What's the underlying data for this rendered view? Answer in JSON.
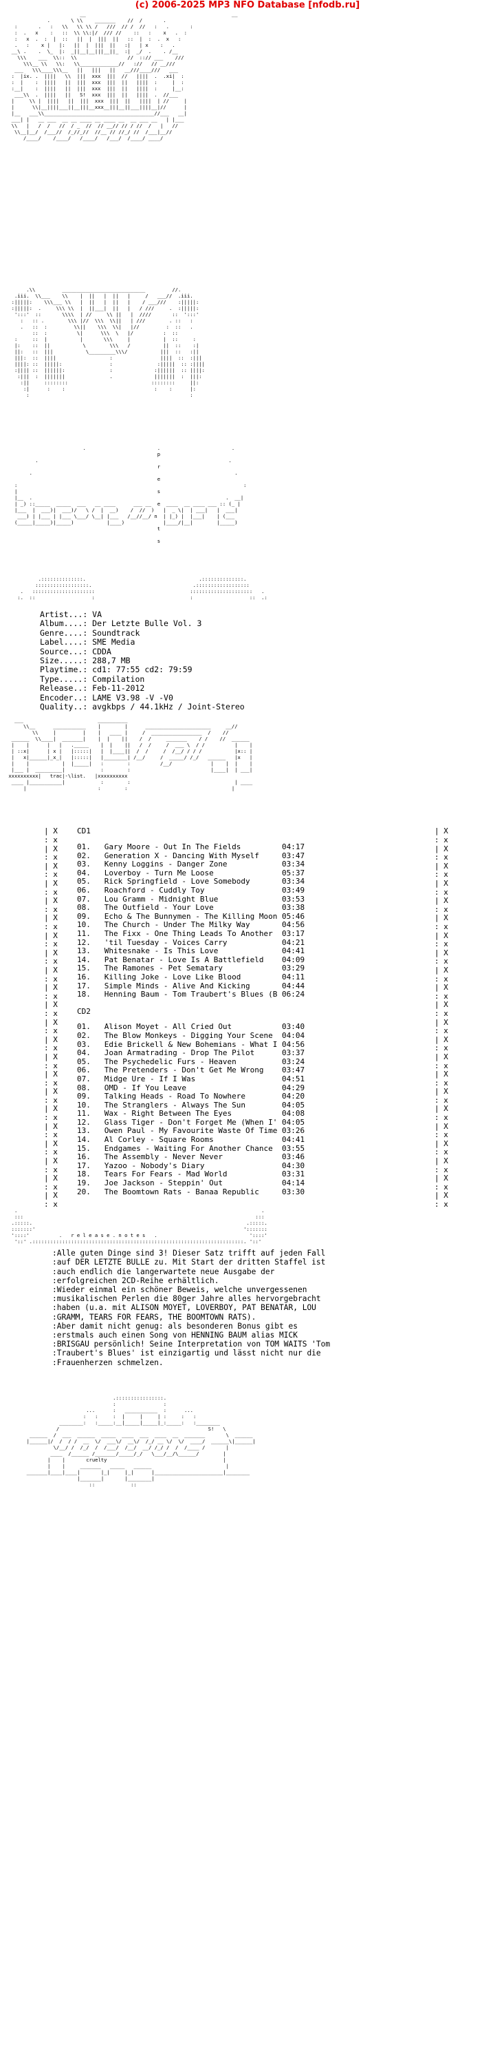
{
  "header": "(c) 2006-2025 MP3 NFO Database [nfodb.ru]",
  "art": {
    "logo_top": "                         __                                                 __\n              .       \\ \\\\    _______    //  /       .\n   :       .   :   \\\\   \\\\ \\\\ /   ///  // /  //   :   .       :\n   :  .   x    :   ::  \\\\ \\\\:|/  /// //    ::   :    x   .  :\n   :   x  .  :  |  ::   ||  |  |||  ||   ::  |  :  .  x   :\n   .   :    x |   |:   ||  |  |||  ||   :|   | x    :   .\n  __\\ .    .  \\_  |:  _||__|__|||__||_  :|  _/  .    . /__\n    \\\\\\    ___  \\\\::  \\\\                 //  ::// ___    ///\n      \\\\\\__ \\\\   \\\\:   \\\\_____________//   ://   // __///\n   ___   \\\\\\____\\\\\\__   ||   |||   ||   __///____///   ___\n  :  |ix. .  ||||   \\\\  |||  xxx  |||  //   ||||  .  .xi|  :\n  :  |    :  ||||   ||  |||  xxx  |||  ||   ||||  :     |  :\n  :__|    :  ||||   ||  |||  xxx  |||  ||   ||||  :     |__:\n   ___\\\\  .  ||||   ||   S!  xxx  |||  ||   ||||  .  //___\n  |     \\\\ |  ||||   ||  |||  xxx  |||  ||   ||||  | //     |\n  |      \\\\|__||||___||__|||__xxx__|||__||___||||__|//      |\n  |__   ___\\\\_____________________________________//___   __|\n  ___| |   __ ___  __ __ ____ __ ____ __  __ ___ __   | |___\n  \\\\   |   /  /   //  / _  //  // __// // / //  /   |   //\n   \\\\__|__/  /___//  /_//_//  //__ // //_/ //  /___|__//\n      /____/    /____/   /____/   /___/  /____/ ____/",
    "mid": "       .\\\\         ____________________________         //.\n   .iii.  \\\\___    \\\\    |  ||   |  ||   |     /   ___//  .iii.\n  :|||||:    \\\\\\___ \\\\   |  ||   |  ||   |    / ___///    :|||||:\n  :|||||:  .     \\\\\\ \\\\  |  ||___|  ||   |   / ///     .  :|||||:\n   ':::'  ::       \\\\\\\\  | //     \\\\ ||   |  ////       ::  ':::'\n     :   :: .        \\\\\\ |//  \\\\\\  \\\\||   | ///        . ::   :\n     .   ::  :         \\\\||    \\\\\\  \\\\|   |//         :  ::   .\n         ::  :          \\|      \\\\\\  \\   |/          :  ::\n   :     ::  |           |       \\\\\\     |           |  ::     :\n   |:    ::  ||           \\        \\\\\\   /           ||  ::    :|\n   ||:   ::  |||           \\_________\\\\\\/           |||  ::   :||\n   |||:  ::  ||||                  :                ||||  ::  :|||\n   ||||: ::  |||||:                :               :|||||  :: :||||\n   :|||| ::  ||||||:               :              :||||||  :: ||||:\n    :|||  :  |||||||               .              |||||||  :  |||:\n     :||     ::::::::                            ::::::::     ||:\n      :|      :    :                              :    :      |:\n       :                                                      :",
    "presents": "                          .                        .                        .\n                                                   p\n          .                                                                .\n                                                   r\n        .                                                                    .\n                                                   e\n   :                                                                            :\n   |                                               s\n   |__  .                                                                 .  __|\n   | _) ::_____  _____  ___   __ ____      ___ __  e  ____  __ ____ ___ :: (_ |\n   |___  |  ___)|  ___)/   \\ /  |  __)    /  //  )   |  _ \\|  | ___|   |  ___|\n    ___) | |___ | |___ \\___/ \\__| |___   /__//__/ n  | |_) |  |___|    | (___\n   (_____|_____)|_____)           |____)             |____/|__|        |_____)\n                                                   t\n\n                                                   s",
    "top_frame": "           .::::::::::::::.                                      .::::::::::::::.\n          ::::::::::::::::::.                                  .::::::::::::::::::\n     .   :::::::::::::::::::::                                :::::::::::::::::::::   .\n    :.  ::                   :                                :                   ::  .:",
    "mid_frame": "   ___                         __________\n      \\\\__      ___________    |        |      ______________________     __//\n         \\\\     |         |    |   ____ |     /  _________________  /    //\n  ______  \\\\____|  _______|    |  |    ||    /  /     _______    / /    //  ______\n  |    |      |   |   ._____    |  |    ||   /  /     /  ___ \\  / /          |    |\n  | ::x|      | x |   |:::::|   |  |____||  /  /     /  /__/ / / /           |x:: |\n  |   x|______|_x_|   |:::::|   |________| /__/     /  _____/ /_/   ______   |x   |\n  |    |           |  |_____|   :        :          /__/             |    |  |    |\n  |___ |  _________|            :        :                           |____|  | ___|\n xxxxxxxxxx|   trac|-\\list.   |xxxxxxxxxx\n  ____ |___________|            :        :                                   | ____\n      |                        :        :                                   |",
    "bottom_frame": "   .                                                                                  .\n   :::                                                                              :::\n  .:::::.                                                                        .:::::.\n  :::::::'                                                                      ':::::::\n  '::::'          .   r e l e a s e . n o t e s   .                               '::::'\n   '::' .:::::::::::::::::::::::::::::::::::::::::::::::::::::::::::::::::::::::. '::'",
    "footer_logo": "                               .::::::::::::::::.\n                               :                :\n                      ...      :   ___________  :      ...\n                     :   :     :  |     |     | :     :   :\n             ________:   :_____:__|_____|_____|_:_____:   :________\n            /                                                  S!   \\\n   ______  /  ___  ______  _____  ____  ___  ____  __  _______       \\  ______\n  |______|/  /  / /  __  \\/  ___\\/  __\\/  /_/ __ \\/  \\/  ____/  ______\\|______|\n           \\/__/ /  /_/  /  /___/  /__/  __/ /_/ /  /  /____ /       |\n          ____  /______ /_______/_____/_/   \\___/__/\\______/        |\n         |    |       cruelty                                       |\n         |    |     _______   _____   ______                         |\n  _______|____|____|       |_|     |_|      |_______________________|________\n                   |_______|       |________|\n                       ::            ::"
  },
  "info": [
    {
      "key": "Artist",
      "value": "VA"
    },
    {
      "key": "Album",
      "value": "Der Letzte Bulle Vol. 3"
    },
    {
      "key": "Genre",
      "value": "Soundtrack"
    },
    {
      "key": "Label",
      "value": "SME Media"
    },
    {
      "key": "Source",
      "value": "CDDA"
    },
    {
      "key": "Size",
      "value": "288,7 MB"
    },
    {
      "key": "Playtime",
      "value": "cd1: 77:55 cd2: 79:59"
    },
    {
      "key": "Type",
      "value": "Compilation"
    },
    {
      "key": "Release",
      "value": "Feb-11-2012"
    },
    {
      "key": "Encoder",
      "value": "LAME V3.98 -V -V0"
    },
    {
      "key": "Quality",
      "value": "avgkbps / 44.1kHz / Joint-Stereo"
    }
  ],
  "tracklist": {
    "cd1_label": "CD1",
    "cd2_label": "CD2",
    "cd1": [
      {
        "no": "01.",
        "title": "Gary Moore - Out In The Fields",
        "time": "04:17"
      },
      {
        "no": "02.",
        "title": "Generation X - Dancing With Myself",
        "time": "03:47"
      },
      {
        "no": "03.",
        "title": "Kenny Loggins - Danger Zone",
        "time": "03:34"
      },
      {
        "no": "04.",
        "title": "Loverboy - Turn Me Loose",
        "time": "05:37"
      },
      {
        "no": "05.",
        "title": "Rick Springfield - Love Somebody",
        "time": "03:34"
      },
      {
        "no": "06.",
        "title": "Roachford - Cuddly Toy",
        "time": "03:49"
      },
      {
        "no": "07.",
        "title": "Lou Gramm - Midnight Blue",
        "time": "03:53"
      },
      {
        "no": "08.",
        "title": "The Outfield - Your Love",
        "time": "03:38"
      },
      {
        "no": "09.",
        "title": "Echo & The Bunnymen - The Killing Moon",
        "time": "05:46"
      },
      {
        "no": "10.",
        "title": "The Church - Under The Milky Way",
        "time": "04:56"
      },
      {
        "no": "11.",
        "title": "The Fixx - One Thing Leads To Another",
        "time": "03:17"
      },
      {
        "no": "12.",
        "title": "'til Tuesday - Voices Carry",
        "time": "04:21"
      },
      {
        "no": "13.",
        "title": "Whitesnake - Is This Love",
        "time": "04:41"
      },
      {
        "no": "14.",
        "title": "Pat Benatar - Love Is A Battlefield",
        "time": "04:09"
      },
      {
        "no": "15.",
        "title": "The Ramones - Pet Sematary",
        "time": "03:29"
      },
      {
        "no": "16.",
        "title": "Killing Joke - Love Like Blood",
        "time": "04:11"
      },
      {
        "no": "17.",
        "title": "Simple Minds - Alive And Kicking",
        "time": "04:44"
      },
      {
        "no": "18.",
        "title": "Henning Baum - Tom Traubert's Blues (B",
        "time": "06:24"
      }
    ],
    "cd2": [
      {
        "no": "01.",
        "title": "Alison Moyet - All Cried Out",
        "time": "03:40"
      },
      {
        "no": "02.",
        "title": "The Blow Monkeys - Digging Your Scene",
        "time": "04:04"
      },
      {
        "no": "03.",
        "title": "Edie Brickell & New Bohemians - What I",
        "time": "04:56"
      },
      {
        "no": "04.",
        "title": "Joan Armatrading - Drop The Pilot",
        "time": "03:37"
      },
      {
        "no": "05.",
        "title": "The Psychedelic Furs - Heaven",
        "time": "03:24"
      },
      {
        "no": "06.",
        "title": "The Pretenders - Don't Get Me Wrong",
        "time": "03:47"
      },
      {
        "no": "07.",
        "title": "Midge Ure - If I Was",
        "time": "04:51"
      },
      {
        "no": "08.",
        "title": "OMD - If You Leave",
        "time": "04:29"
      },
      {
        "no": "09.",
        "title": "Talking Heads - Road To Nowhere",
        "time": "04:20"
      },
      {
        "no": "10.",
        "title": "The Stranglers - Always The Sun",
        "time": "04:05"
      },
      {
        "no": "11.",
        "title": "Wax - Right Between The Eyes",
        "time": "04:08"
      },
      {
        "no": "12.",
        "title": "Glass Tiger - Don't Forget Me (When I'",
        "time": "04:05"
      },
      {
        "no": "13.",
        "title": "Owen Paul - My Favourite Waste Of Time",
        "time": "03:26"
      },
      {
        "no": "14.",
        "title": "Al Corley - Square Rooms",
        "time": "04:41"
      },
      {
        "no": "15.",
        "title": "Endgames - Waiting For Another Chance",
        "time": "03:55"
      },
      {
        "no": "16.",
        "title": "The Assembly - Never Never",
        "time": "03:46"
      },
      {
        "no": "17.",
        "title": "Yazoo - Nobody's Diary",
        "time": "04:30"
      },
      {
        "no": "18.",
        "title": "Tears For Fears - Mad World",
        "time": "03:31"
      },
      {
        "no": "19.",
        "title": "Joe Jackson - Steppin' Out",
        "time": "04:14"
      },
      {
        "no": "20.",
        "title": "The Boomtown Rats - Banaa Republic",
        "time": "03:30"
      }
    ]
  },
  "release_notes": [
    "Alle guten Dinge sind 3! Dieser Satz trifft auf jeden Fall",
    "auf DER LETZTE BULLE zu. Mit Start der dritten Staffel ist",
    "auch endlich die langerwartete neue Ausgabe der",
    "erfolgreichen 2CD-Reihe erhältlich.",
    "Wieder einmal ein schöner Beweis, welche unvergessenen",
    "musikalischen Perlen die 80ger Jahre alles hervorgebracht",
    "haben (u.a. mit ALISON MOYET, LOVERBOY, PAT BENATAR, LOU",
    "GRAMM, TEARS FOR FEARS, THE BOOMTOWN RATS).",
    "Aber damit nicht genug: als besonderen Bonus gibt es",
    "erstmals auch einen Song von HENNING BAUM alias MICK",
    "BRISGAU persönlich! Seine Interpretation von TOM WAITS 'Tom",
    "Traubert's Blues' ist einzigartig und lässt nicht nur die",
    "Frauenherzen schmelzen."
  ]
}
